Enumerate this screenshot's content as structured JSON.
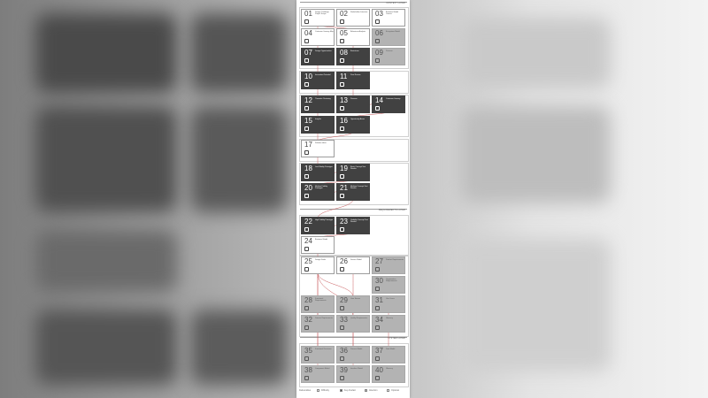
{
  "layers": {
    "context": "CONTEXT LAYER",
    "requirements": "REQUIREMENTS LAYER",
    "system": "SYSTEM LAYER"
  },
  "tiles": [
    {
      "num": "01",
      "title": "Design Challenge Project Scope",
      "tone": "white",
      "icon": "chart-icon"
    },
    {
      "num": "02",
      "title": "Stakeholder Interview",
      "tone": "white",
      "icon": "document-icon"
    },
    {
      "num": "03",
      "title": "Business Model Canvas",
      "tone": "white",
      "icon": "briefcase-icon"
    },
    {
      "num": "04",
      "title": "Customer Journey Map",
      "tone": "white",
      "icon": "list-icon"
    },
    {
      "num": "05",
      "title": "Behaviour Analysis",
      "tone": "white",
      "icon": "flag-icon"
    },
    {
      "num": "06",
      "title": "Ecosystem Model",
      "tone": "light",
      "icon": "globe-icon"
    },
    {
      "num": "07",
      "title": "Design Opportunities",
      "tone": "dark",
      "icon": "pencil-icon"
    },
    {
      "num": "08",
      "title": "Brainstorm",
      "tone": "dark",
      "icon": "lightbulb-icon"
    },
    {
      "num": "09",
      "title": "Persona",
      "tone": "light",
      "icon": "user-icon"
    },
    {
      "num": "10",
      "title": "Innovation Potential",
      "tone": "dark",
      "icon": "person-icon"
    },
    {
      "num": "11",
      "title": "Peer Review",
      "tone": "dark",
      "icon": "magnifier-icon"
    },
    {
      "num": "12",
      "title": "Thematic Clustering",
      "tone": "dark",
      "icon": "grid-icon"
    },
    {
      "num": "13",
      "title": "Persona",
      "tone": "dark",
      "icon": "user-icon"
    },
    {
      "num": "14",
      "title": "Customer Journey",
      "tone": "dark",
      "icon": "arrow-icon"
    },
    {
      "num": "15",
      "title": "Insights",
      "tone": "dark",
      "icon": "globe-icon"
    },
    {
      "num": "16",
      "title": "Opportunity Areas",
      "tone": "dark",
      "icon": "expand-icon"
    },
    {
      "num": "17",
      "title": "Solution Ideas",
      "tone": "white",
      "icon": "lightbulb-icon"
    },
    {
      "num": "18",
      "title": "Low Fidelity Prototype",
      "tone": "dark",
      "icon": "rocket-icon"
    },
    {
      "num": "19",
      "title": "Basic Concept Test Results",
      "tone": "dark",
      "icon": "chat-icon"
    },
    {
      "num": "20",
      "title": "Medium Fidelity Prototype",
      "tone": "dark",
      "icon": "wrench-icon"
    },
    {
      "num": "21",
      "title": "Medium Concept Test Results",
      "tone": "dark",
      "icon": "check-icon"
    },
    {
      "num": "22",
      "title": "High Fidelity Prototype",
      "tone": "dark",
      "icon": "card-icon"
    },
    {
      "num": "23",
      "title": "Usability Concept Test Results",
      "tone": "dark",
      "icon": "globe-icon"
    },
    {
      "num": "24",
      "title": "Business Model",
      "tone": "white",
      "icon": "eye-icon"
    },
    {
      "num": "25",
      "title": "Design Goals",
      "tone": "white",
      "icon": "headphones-icon"
    },
    {
      "num": "26",
      "title": "Service Model",
      "tone": "white",
      "icon": "bowtie-icon"
    },
    {
      "num": "27",
      "title": "Product Requirements",
      "tone": "light",
      "icon": "lines-icon"
    },
    {
      "num": "28",
      "title": "Functional Requirements",
      "tone": "light",
      "icon": "person-icon"
    },
    {
      "num": "29",
      "title": "User Stories",
      "tone": "light",
      "icon": "folder-icon"
    },
    {
      "num": "30",
      "title": "Organisation Requirements",
      "tone": "light",
      "icon": "lines-icon"
    },
    {
      "num": "31",
      "title": "Use Cases",
      "tone": "light",
      "icon": "lines-icon"
    },
    {
      "num": "32",
      "title": "Domain Requirements",
      "tone": "light",
      "icon": "lines-icon"
    },
    {
      "num": "33",
      "title": "Quality Requirements",
      "tone": "light",
      "icon": "lines-icon"
    },
    {
      "num": "34",
      "title": "Glossary",
      "tone": "light",
      "icon": "lines-icon"
    },
    {
      "num": "35",
      "title": "Functional Decisions",
      "tone": "light",
      "icon": "lines-icon"
    },
    {
      "num": "36",
      "title": "Process Model",
      "tone": "light",
      "icon": "mail-icon"
    },
    {
      "num": "37",
      "title": "Data Model",
      "tone": "light",
      "icon": "folder-icon"
    },
    {
      "num": "38",
      "title": "Component Model",
      "tone": "light",
      "icon": "flag-icon"
    },
    {
      "num": "39",
      "title": "Interface Model",
      "tone": "light",
      "icon": "door-icon"
    },
    {
      "num": "40",
      "title": "Glossary",
      "tone": "light",
      "icon": "folder-icon"
    }
  ],
  "legend": {
    "title": "Deliverables",
    "items": [
      "Difficulty",
      "Key Artefact",
      "Attention",
      "Optional"
    ]
  }
}
